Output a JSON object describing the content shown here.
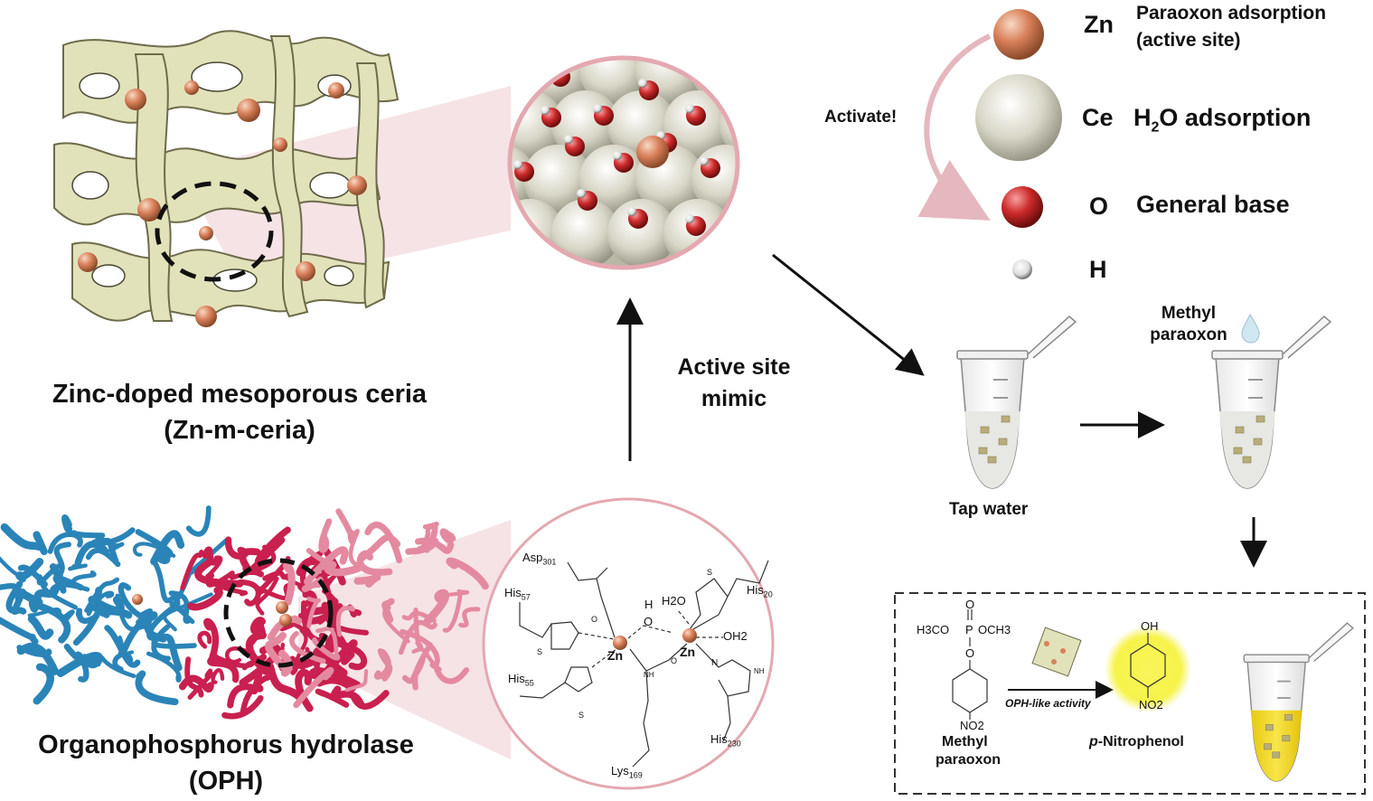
{
  "colors": {
    "ceria_framework": "#e2e2ba",
    "zinc": "#d9805a",
    "cerium": "#d8d6c6",
    "oxygen": "#cc2a2a",
    "hydrogen": "#f2f2f2",
    "oph_blue": "#2a84b8",
    "oph_red": "#c9204f",
    "oph_pink": "#e48aa0",
    "zoom_fill": "#f3dadd",
    "p_nitrophenol_glow": "#f6f34a",
    "tube_solution": "#f1d623"
  },
  "icons": [
    "zinc-atom-icon",
    "cerium-atom-icon",
    "oxygen-atom-icon",
    "hydrogen-atom-icon",
    "water-droplet-icon",
    "microcentrifuge-tube-icon",
    "catalyst-particle-icon"
  ],
  "labels": {
    "zn_m_ceria_name": "Zinc-doped mesoporous ceria",
    "zn_m_ceria_abbr": "(Zn-m-ceria)",
    "oph_name": "Organophosphorus hydrolase",
    "oph_abbr": "(OPH)",
    "mimic_line1": "Active site",
    "mimic_line2": "mimic",
    "activate": "Activate!"
  },
  "legend": [
    {
      "symbol": "Zn",
      "role_line1": "Paraoxon adsorption",
      "role_line2": "(active site)"
    },
    {
      "symbol": "Ce",
      "role_prefix": "H",
      "role_sub": "2",
      "role_suffix": "O adsorption"
    },
    {
      "symbol": "O",
      "role": "General base"
    },
    {
      "symbol": "H",
      "role": ""
    }
  ],
  "assay": {
    "tube1_label": "Tap water",
    "reagent_line1": "Methyl",
    "reagent_line2": "paraoxon"
  },
  "reaction": {
    "substrate_line1": "Methyl",
    "substrate_line2": "paraoxon",
    "arrow_label": "OPH-like activity",
    "product_italic": "p",
    "product_rest": "-Nitrophenol",
    "sub_left": "H3CO",
    "sub_p": "P",
    "sub_right": "OCH3",
    "sub_o_top": "O",
    "sub_o_mid": "O",
    "sub_no2": "NO2",
    "prod_oh": "OH",
    "prod_no2": "NO2"
  },
  "active_site": {
    "asp": "Asp",
    "asp_sub": "301",
    "his57": "His",
    "his57_sub": "57",
    "his55": "His",
    "his55_sub": "55",
    "his201": "His",
    "his201_sub": "20",
    "his230": "His",
    "his230_sub": "230",
    "lys": "Lys",
    "lys_sub": "169",
    "bridge_h": "H",
    "bridge_o": "O",
    "water_label": "H2O",
    "oh2_label": "OH2",
    "zn1": "Zn",
    "zn2": "Zn",
    "nh1": "NH",
    "nh2": "NH",
    "n": "N",
    "s1": "S",
    "s2": "S",
    "s3": "S",
    "o1": "O",
    "o2": "O"
  }
}
